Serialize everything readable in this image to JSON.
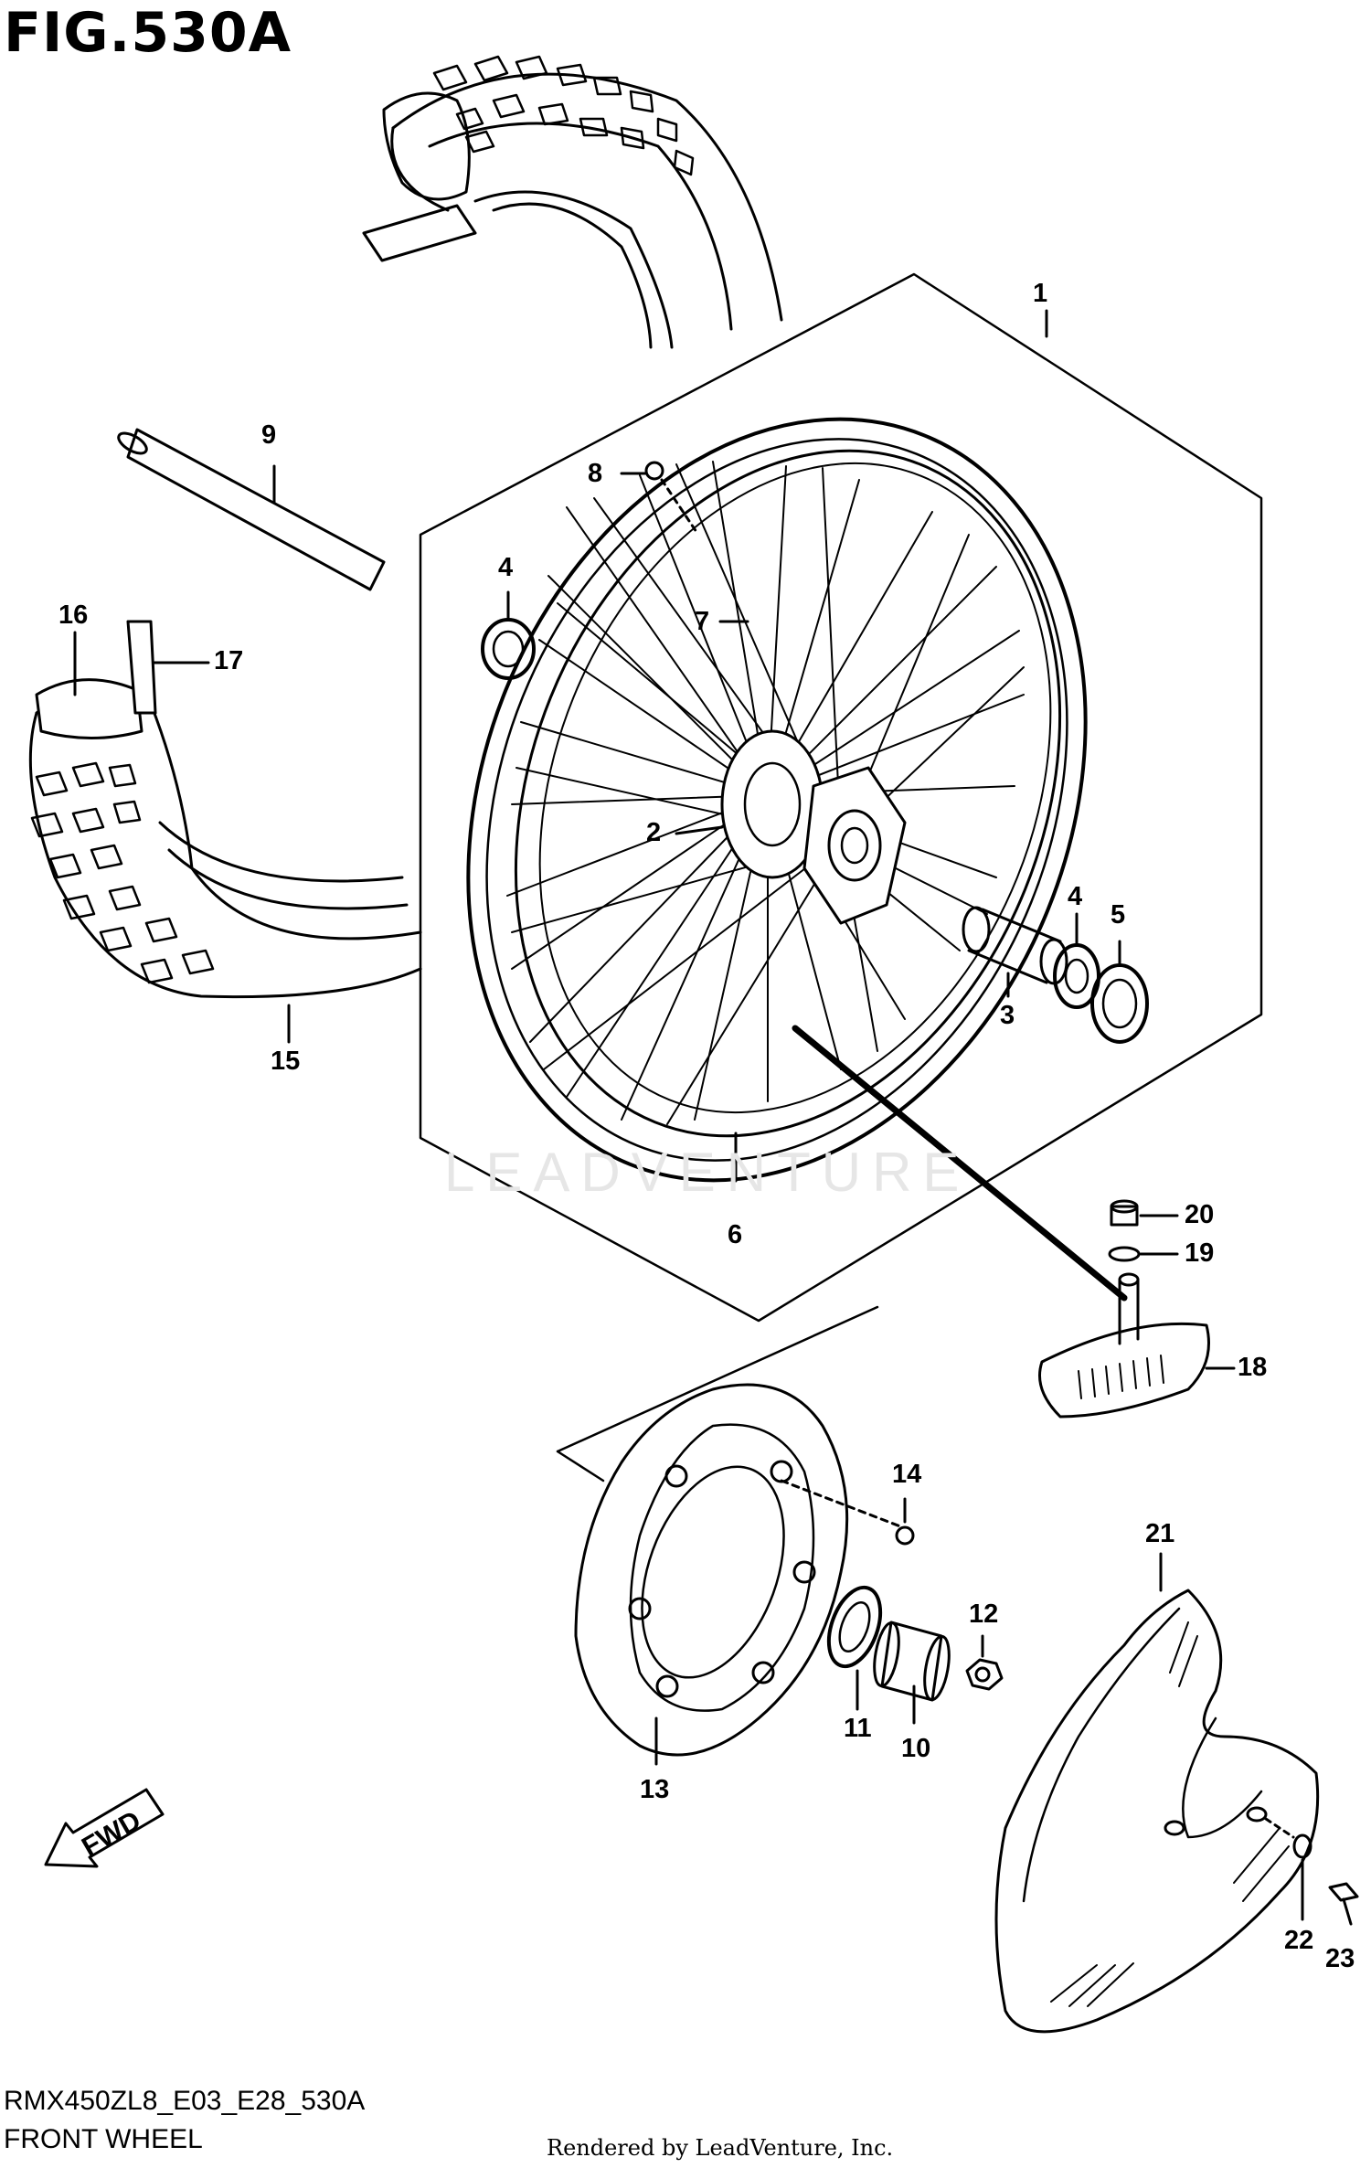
{
  "figure": {
    "title": "FIG.530A",
    "model_code": "RMX450ZL8_E03_E28_530A",
    "section_name": "FRONT WHEEL",
    "rendered_by": "Rendered by LeadVenture, Inc.",
    "watermark": "LEADVENTURE",
    "direction_marker": "FWD"
  },
  "callouts": [
    {
      "number": "1",
      "part": "wheel-assembly"
    },
    {
      "number": "2",
      "part": "hub"
    },
    {
      "number": "3",
      "part": "spacer"
    },
    {
      "number": "4",
      "part": "bearing"
    },
    {
      "number": "4",
      "part": "bearing"
    },
    {
      "number": "5",
      "part": "dust-seal"
    },
    {
      "number": "6",
      "part": "rim"
    },
    {
      "number": "7",
      "part": "spoke"
    },
    {
      "number": "8",
      "part": "spoke-nipple"
    },
    {
      "number": "9",
      "part": "front-axle"
    },
    {
      "number": "10",
      "part": "collar"
    },
    {
      "number": "11",
      "part": "dust-seal"
    },
    {
      "number": "12",
      "part": "nut"
    },
    {
      "number": "13",
      "part": "brake-disc"
    },
    {
      "number": "14",
      "part": "disc-bolt"
    },
    {
      "number": "15",
      "part": "tire"
    },
    {
      "number": "16",
      "part": "tube"
    },
    {
      "number": "17",
      "part": "rim-band"
    },
    {
      "number": "18",
      "part": "rim-lock"
    },
    {
      "number": "19",
      "part": "washer"
    },
    {
      "number": "20",
      "part": "nut"
    },
    {
      "number": "21",
      "part": "disc-cover"
    },
    {
      "number": "22",
      "part": "washer"
    },
    {
      "number": "23",
      "part": "bolt"
    }
  ]
}
